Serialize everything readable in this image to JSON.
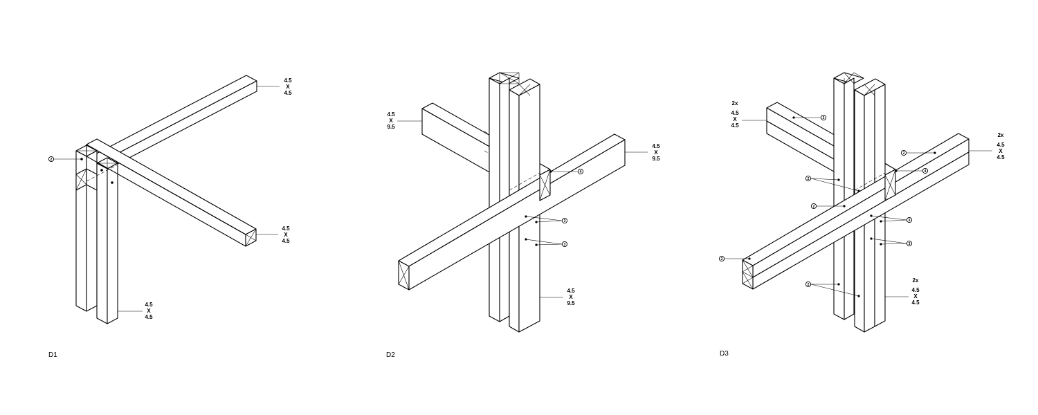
{
  "details": [
    {
      "id": "d1",
      "title": "D1",
      "labels": [
        {
          "lines": [
            "4.5",
            "X",
            "4.5"
          ]
        },
        {
          "lines": [
            "4.5",
            "X",
            "4.5"
          ]
        },
        {
          "lines": [
            "4.5",
            "X",
            "4.5"
          ]
        }
      ],
      "callouts": [
        "2"
      ]
    },
    {
      "id": "d2",
      "title": "D2",
      "labels": [
        {
          "lines": [
            "4.5",
            "X",
            "9.5"
          ]
        },
        {
          "lines": [
            "4.5",
            "X",
            "9.5"
          ]
        },
        {
          "lines": [
            "4.5",
            "X",
            "9.5"
          ]
        }
      ],
      "callouts": [
        "4",
        "3",
        "3"
      ]
    },
    {
      "id": "d3",
      "title": "D3",
      "labels": [
        {
          "lines": [
            "2x",
            "4.5",
            "X",
            "4.5"
          ]
        },
        {
          "lines": [
            "2x",
            "4.5",
            "X",
            "4.5"
          ]
        },
        {
          "lines": [
            "2x",
            "4.5",
            "X",
            "4.5"
          ]
        }
      ],
      "callouts": [
        "2",
        "2",
        "4",
        "2",
        "2",
        "3",
        "3",
        "2",
        "2"
      ]
    }
  ]
}
